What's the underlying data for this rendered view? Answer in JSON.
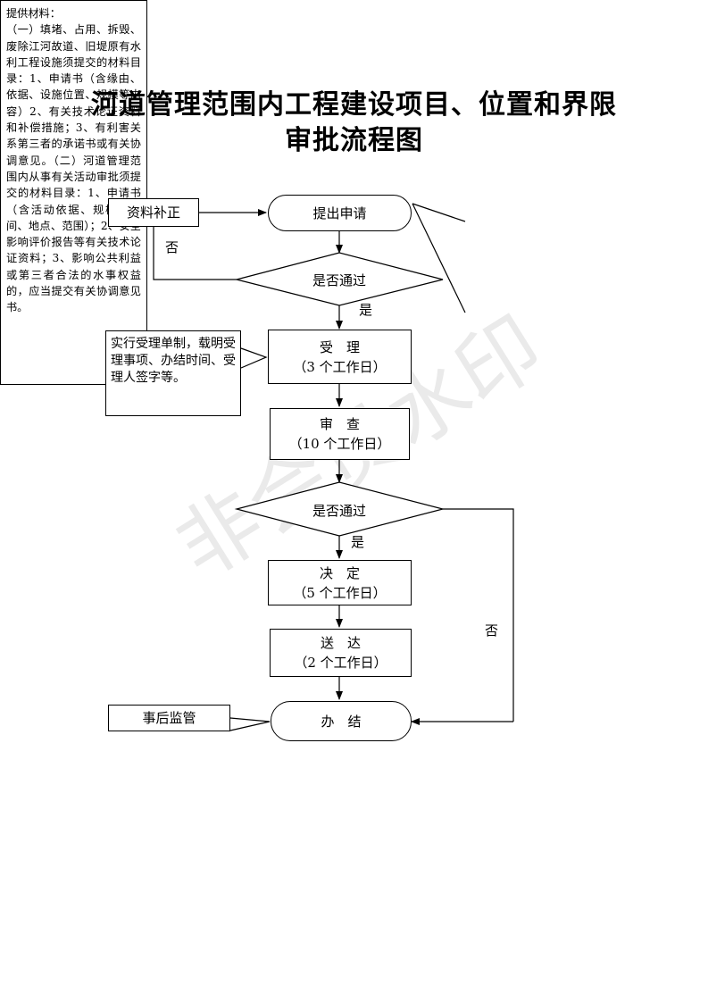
{
  "title": {
    "line1": "河道管理范围内工程建设项目、位置和界限",
    "line2": "审批流程图"
  },
  "watermark": "非会员水印",
  "nodes": {
    "submit": "提出申请",
    "supplement": "资料补正",
    "check1": "是否通过",
    "accept": {
      "label": "受　理",
      "duration": "（3 个工作日）"
    },
    "review": {
      "label": "审　查",
      "duration": "（10 个工作日）"
    },
    "check2": "是否通过",
    "decide": {
      "label": "决　定",
      "duration": "（5 个工作日）"
    },
    "deliver": {
      "label": "送　达",
      "duration": "（2 个工作日）"
    },
    "finish": "办　结",
    "supervise": "事后监管"
  },
  "labels": {
    "no1": "否",
    "yes1": "是",
    "yes2": "是",
    "no2": "否"
  },
  "accept_note": "实行受理单制，载明受理事项、办结时间、受理人签字等。",
  "materials": {
    "heading": "提供材料：",
    "body": "（一）填堵、占用、拆毁、废除江河故道、旧堤原有水利工程设施须提交的材料目录：1、申请书（含缘由、依据、设施位置、规模等内容）2、有关技术论证资料和补偿措施；3、有利害关系第三者的承诺书或有关协调意见。（二）河道管理范围内从事有关活动审批须提交的材料目录：1、申请书（含活动依据、规模、时间、地点、范围）；2、安全影响评价报告等有关技术论证资料；3、影响公共利益或第三者合法的水事权益的，应当提交有关协调意见书。"
  }
}
